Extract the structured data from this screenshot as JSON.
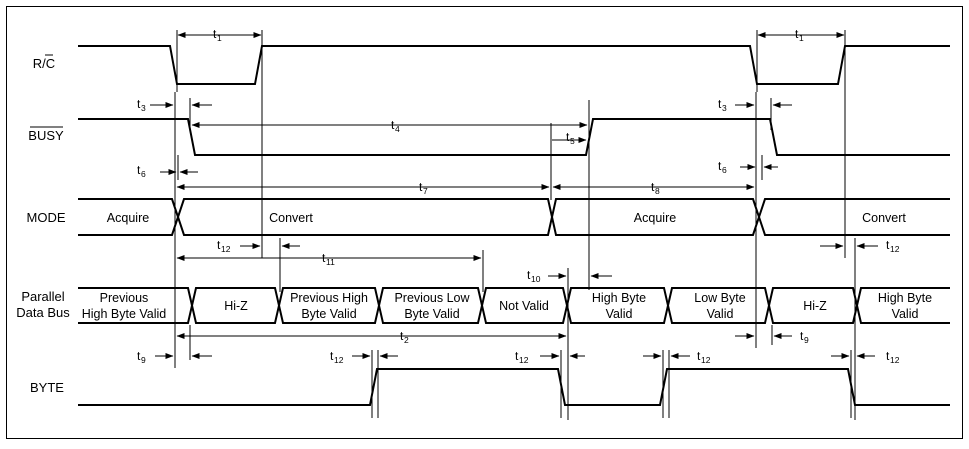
{
  "signals": {
    "rc": "R/C",
    "busy": "BUSY",
    "mode": "MODE",
    "pdb_1": "Parallel",
    "pdb_2": "Data Bus",
    "byte": "BYTE"
  },
  "mode_states": {
    "acquire_1": "Acquire",
    "convert_1": "Convert",
    "acquire_2": "Acquire",
    "convert_2": "Convert"
  },
  "bus_states": {
    "prev_high_1": "Previous",
    "prev_high_2": "High Byte Valid",
    "hiz_1": "Hi-Z",
    "prev_hi_valid_1": "Previous High",
    "prev_hi_valid_2": "Byte Valid",
    "prev_lo_valid_1": "Previous Low",
    "prev_lo_valid_2": "Byte Valid",
    "not_valid": "Not Valid",
    "hi_valid_1": "High Byte",
    "hi_valid_2": "Valid",
    "lo_valid_1": "Low Byte",
    "lo_valid_2": "Valid",
    "hiz_2": "Hi-Z",
    "hi_valid_b_1": "High Byte",
    "hi_valid_b_2": "Valid"
  },
  "timing": {
    "t": "t",
    "n1": "1",
    "n2": "2",
    "n3": "3",
    "n4": "4",
    "n5": "5",
    "n6": "6",
    "n7": "7",
    "n8": "8",
    "n9": "9",
    "n10": "10",
    "n11": "11",
    "n12": "12"
  }
}
